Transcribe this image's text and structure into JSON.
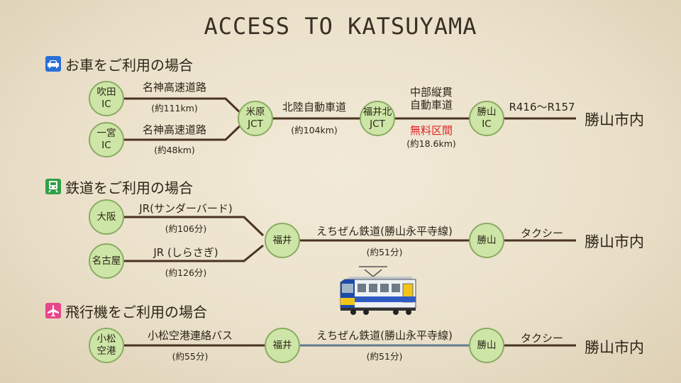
{
  "title": "ACCESS TO KATSUYAMA",
  "colors": {
    "line": "#4a3320",
    "line_blue": "#5f7c90",
    "node_fill": "#cde6a7",
    "node_border": "#8aab63",
    "highlight": "#e02424",
    "car_icon": "#2a6fd6",
    "rail_icon": "#2fa045",
    "plane_icon": "#e8468a"
  },
  "car": {
    "heading": "お車をご利用の場合",
    "icon": "car-icon",
    "nodes": {
      "suita": "吹田\nIC",
      "ichinomiya": "一宮\nIC",
      "maibara": "米原\nJCT",
      "fukuikita": "福井北\nJCT",
      "katsuyama_ic": "勝山\nIC"
    },
    "routes": {
      "meishin1": "名神高速道路",
      "meishin1_dist": "(約111km)",
      "meishin2": "名神高速道路",
      "meishin2_dist": "(約48km)",
      "hokuriku": "北陸自動車道",
      "hokuriku_dist": "(約104km)",
      "chubu_line1": "中部縦貫",
      "chubu_line2": "自動車道",
      "chubu_free": "無料区間",
      "chubu_dist": "(約18.6km)",
      "r416": "R416〜R157"
    },
    "destination": "勝山市内"
  },
  "rail": {
    "heading": "鉄道をご利用の場合",
    "icon": "train-icon",
    "nodes": {
      "osaka": "大阪",
      "nagoya": "名古屋",
      "fukui": "福井",
      "katsuyama": "勝山"
    },
    "routes": {
      "jr1": "JR(サンダーバード)",
      "jr1_dist": "(約106分)",
      "jr2": "JR (しらさぎ)",
      "jr2_dist": "(約126分)",
      "echizen": "えちぜん鉄道(勝山永平寺線)",
      "echizen_dist": "(約51分)",
      "taxi": "タクシー"
    },
    "destination": "勝山市内"
  },
  "air": {
    "heading": "飛行機をご利用の場合",
    "icon": "plane-icon",
    "nodes": {
      "komatsu": "小松\n空港",
      "fukui": "福井",
      "katsuyama": "勝山"
    },
    "routes": {
      "bus": "小松空港連絡バス",
      "bus_dist": "(約55分)",
      "echizen": "えちぜん鉄道(勝山永平寺線)",
      "echizen_dist": "(約51分)",
      "taxi": "タクシー"
    },
    "destination": "勝山市内"
  }
}
